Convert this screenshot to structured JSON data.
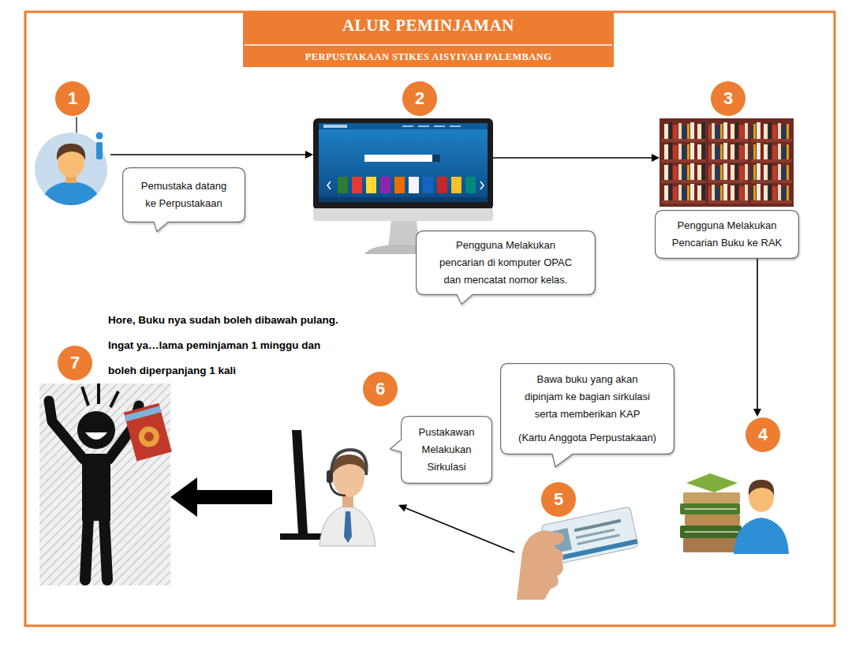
{
  "diagram": {
    "title": "ALUR PEMINJAMAN",
    "nodes": [
      {
        "text": [
          "1"
        ]
      },
      {
        "text": [
          "Pemustaka datang ke Perpustakaan"
        ]
      },
      {
        "text": [
          "2"
        ]
      },
      {
        "text": [
          "Pengguna Melakukan pencarian di komputer OPAC dan mencatat nomor kelas."
        ]
      },
      {
        "text": [
          "3"
        ]
      },
      {
        "text": [
          "Pengguna Melakukan Pencarian Buku ke RAK"
        ]
      },
      {
        "text": [
          "Bawa buku yang akan dipinjam ke bagian sirkulasi serta memberikan KAP",
          "(Kartu Anggota Perpustakaan)"
        ]
      },
      {
        "text": [
          "4"
        ]
      },
      {
        "text": [
          "5"
        ]
      },
      {
        "text": [
          "6"
        ]
      },
      {
        "text": [
          "Pustakawan Melakukan Sirkulasi"
        ]
      },
      {
        "text": [
          "7"
        ]
      }
    ],
    "edges": [
      {
        "from": 0,
        "to": 2,
        "arrow": "to"
      },
      {
        "from": 2,
        "to": 4,
        "arrow": "to"
      },
      {
        "from": 5,
        "to": 7,
        "arrow": "to"
      },
      {
        "from": 8,
        "to": 9,
        "arrow": "to"
      },
      {
        "from": 9,
        "to": 11,
        "arrow": "to"
      }
    ],
    "labels": [
      "PERPUSTAKAAN STIKES AISYIYAH PALEMBANG",
      "Hore, Buku nya sudah boleh dibawah pulang.",
      "Ingat ya…lama peminjaman 1 minggu dan",
      "boleh diperpanjang 1 kali"
    ]
  }
}
